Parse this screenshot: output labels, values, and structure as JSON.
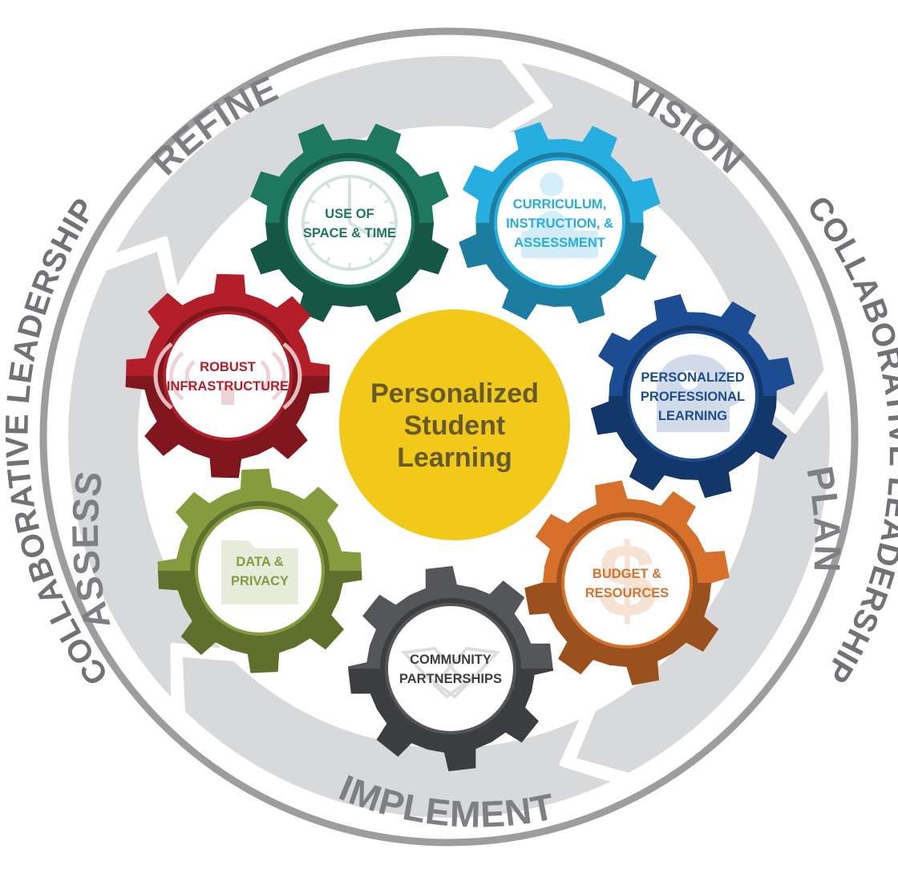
{
  "center": {
    "lines": [
      "Personalized",
      "Student",
      "Learning"
    ],
    "color": "#f2c918"
  },
  "outer_ring": {
    "left_label": "COLLABORATIVE LEADERSHIP",
    "right_label": "COLLABORATIVE LEADERSHIP"
  },
  "phases": [
    {
      "label": "VISION"
    },
    {
      "label": "PLAN"
    },
    {
      "label": "IMPLEMENT"
    },
    {
      "label": "ASSESS"
    },
    {
      "label": "REFINE"
    }
  ],
  "gears": [
    {
      "id": "space-time",
      "lines": [
        "USE OF",
        "SPACE & TIME"
      ],
      "color": "#1e7860",
      "text_color": "#1e7860",
      "icon": "clock-icon"
    },
    {
      "id": "curriculum",
      "lines": [
        "CURRICULUM,",
        "INSTRUCTION, &",
        "ASSESSMENT"
      ],
      "color": "#27aee0",
      "text_color": "#27aee0",
      "icon": "person-icon"
    },
    {
      "id": "professional",
      "lines": [
        "PERSONALIZED",
        "PROFESSIONAL",
        "LEARNING"
      ],
      "color": "#1c4d93",
      "text_color": "#1c4d93",
      "icon": "gears-head-icon"
    },
    {
      "id": "budget",
      "lines": [
        "BUDGET &",
        "RESOURCES"
      ],
      "color": "#d7702a",
      "text_color": "#d7702a",
      "icon": "dollar-icon"
    },
    {
      "id": "community",
      "lines": [
        "COMMUNITY",
        "PARTNERSHIPS"
      ],
      "color": "#555659",
      "text_color": "#3d3e40",
      "icon": "handshake-icon"
    },
    {
      "id": "data-privacy",
      "lines": [
        "DATA &",
        "PRIVACY"
      ],
      "color": "#849c3e",
      "text_color": "#849c3e",
      "icon": "folder-icon"
    },
    {
      "id": "infrastructure",
      "lines": [
        "ROBUST",
        "INFRASTRUCTURE"
      ],
      "color": "#b21f29",
      "text_color": "#b21f29",
      "icon": "signal-icon"
    }
  ]
}
